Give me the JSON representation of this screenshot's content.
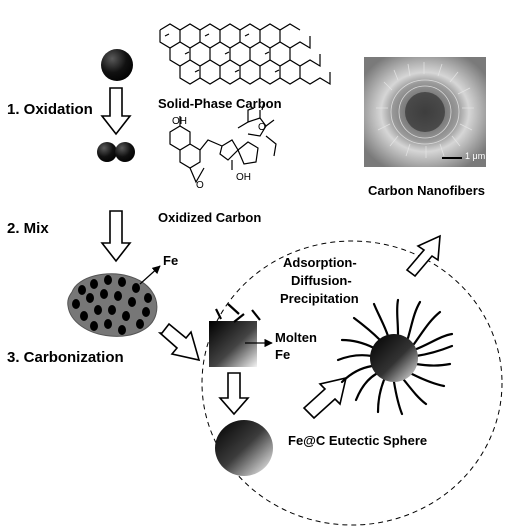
{
  "steps": {
    "oxidation": "1. Oxidation",
    "mix": "2.  Mix",
    "carbonization": "3. Carbonization"
  },
  "labels": {
    "solid_phase_carbon": "Solid-Phase Carbon",
    "oxidized_carbon": "Oxidized Carbon",
    "carbon_nanofibers": "Carbon Nanofibers",
    "fe": "Fe",
    "adsorption": "Adsorption-",
    "diffusion": "Diffusion-",
    "precipitation": "Precipitation",
    "molten": "Molten",
    "molten_fe": "Fe",
    "eutectic_sphere": "Fe@C Eutectic Sphere",
    "scale_bar": "1 μm",
    "oxidized_oh_top": "OH",
    "oxidized_oh_mid": "OH",
    "oxidized_o_ring": "O",
    "oxidized_o_carbonyl": "O"
  },
  "colors": {
    "ink": "#000000",
    "composite_fill": "#777777",
    "sem_bg": "#8a8a8a"
  },
  "icons": {
    "process_arrow": "hollow-block-arrow",
    "pointer_arrow": "line-arrow"
  }
}
